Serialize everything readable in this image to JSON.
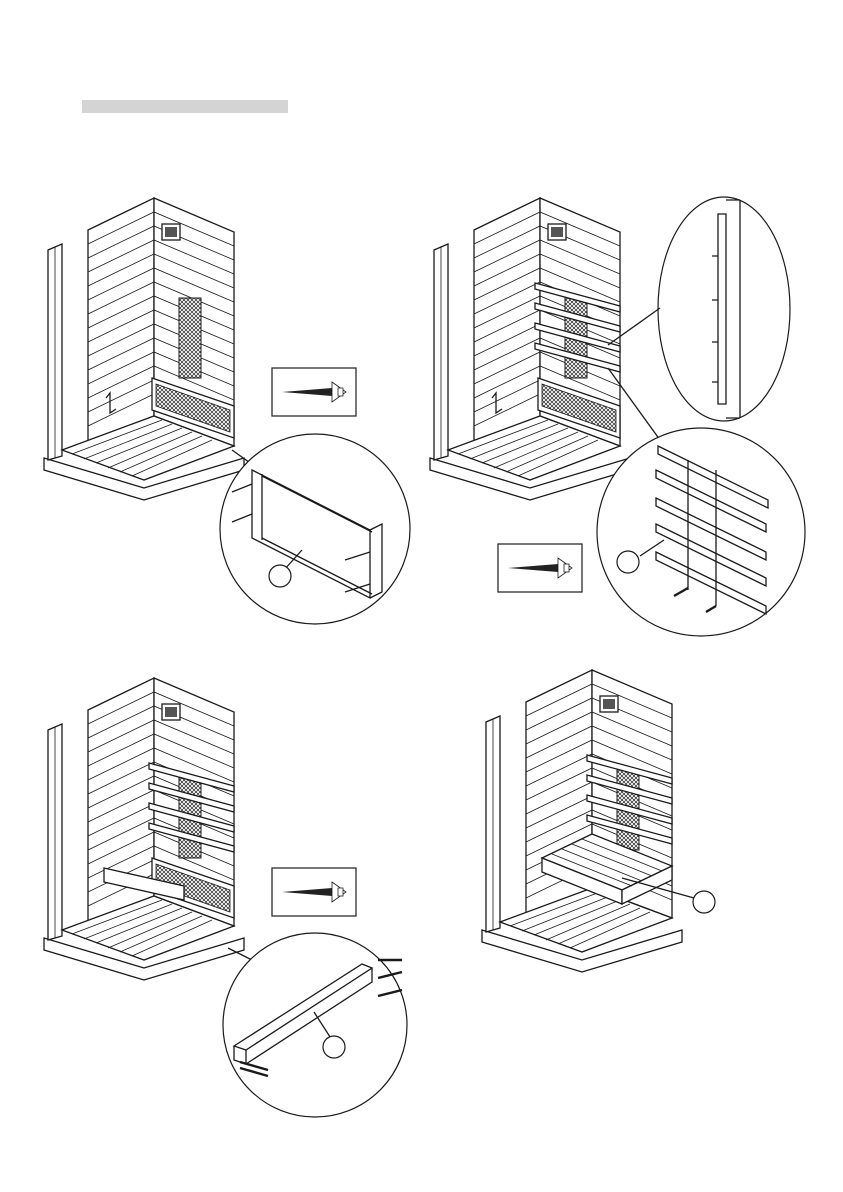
{
  "figures": [
    {
      "id": "step-1",
      "parts": [
        "sauna-cabin",
        "floor-heater-guard",
        "screw-detail",
        "zoom-callout"
      ]
    },
    {
      "id": "step-2",
      "parts": [
        "sauna-cabin",
        "backrest-slats",
        "screw-detail",
        "zoom-callout",
        "side-profile-callout"
      ]
    },
    {
      "id": "step-3",
      "parts": [
        "sauna-cabin",
        "bench-support-bar",
        "screw-detail",
        "zoom-callout"
      ]
    },
    {
      "id": "step-4",
      "parts": [
        "sauna-cabin",
        "bench-seat"
      ]
    }
  ],
  "icons": [
    "screw-icon"
  ]
}
